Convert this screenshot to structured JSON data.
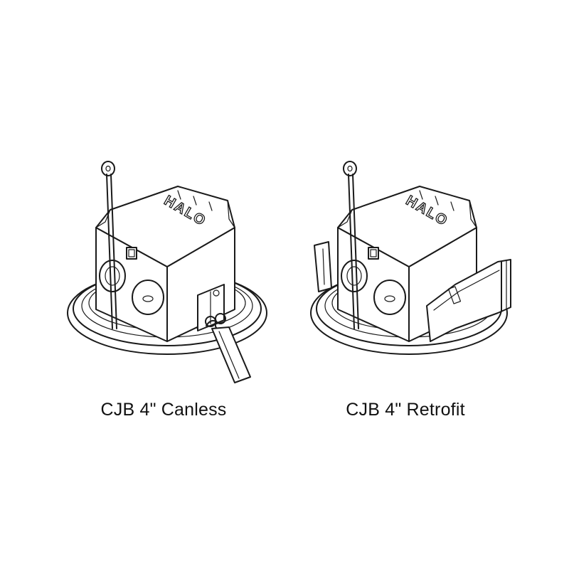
{
  "products": [
    {
      "caption": "CJB 4\" Canless",
      "logo": "HALO"
    },
    {
      "caption": "CJB 4\" Retrofit",
      "logo": "HALO"
    }
  ]
}
